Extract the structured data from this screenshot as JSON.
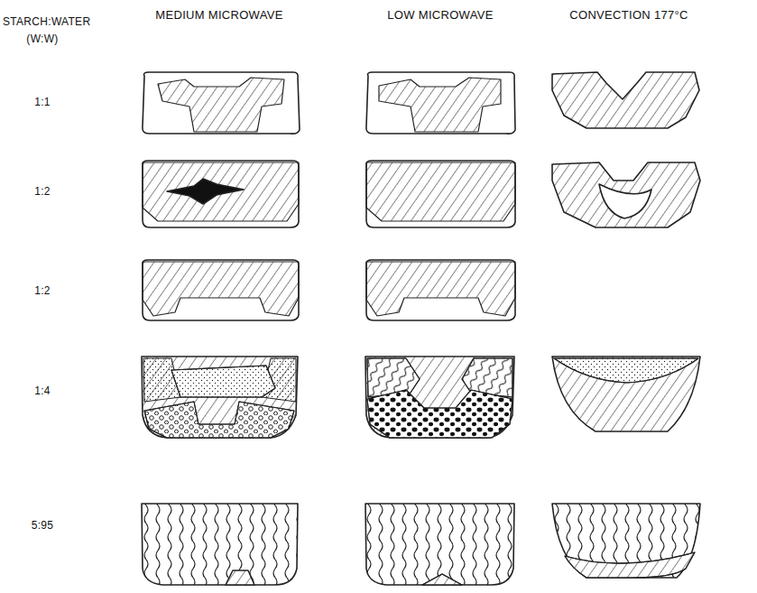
{
  "diagram": {
    "labels": [
      "MEDIUM MICROWAVE",
      "LOW MICROWAVE",
      "CONVECTION 177°C",
      "STARCH:WATER",
      "(W:W)",
      "1:1",
      "1:2",
      "1:2",
      "1:4",
      "5:95"
    ]
  }
}
